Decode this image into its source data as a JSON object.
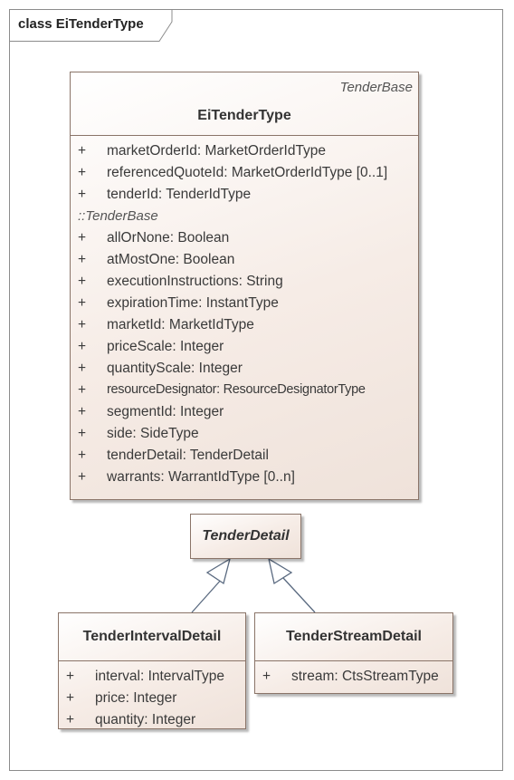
{
  "diagram": {
    "frame_title": "class EiTenderType"
  },
  "classes": {
    "ei_tender_type": {
      "stereotype": "TenderBase",
      "name": "EiTenderType",
      "own_attributes": [
        {
          "visibility": "+",
          "text": "marketOrderId: MarketOrderIdType"
        },
        {
          "visibility": "+",
          "text": "referencedQuoteId: MarketOrderIdType [0..1]"
        },
        {
          "visibility": "+",
          "text": "tenderId: TenderIdType"
        }
      ],
      "inherited_from_label": "::TenderBase",
      "inherited_attributes": [
        {
          "visibility": "+",
          "text": "allOrNone: Boolean"
        },
        {
          "visibility": "+",
          "text": "atMostOne: Boolean"
        },
        {
          "visibility": "+",
          "text": "executionInstructions: String"
        },
        {
          "visibility": "+",
          "text": "expirationTime: InstantType"
        },
        {
          "visibility": "+",
          "text": "marketId: MarketIdType"
        },
        {
          "visibility": "+",
          "text": "priceScale: Integer"
        },
        {
          "visibility": "+",
          "text": "quantityScale: Integer"
        },
        {
          "visibility": "+",
          "text": "resourceDesignator: ResourceDesignatorType"
        },
        {
          "visibility": "+",
          "text": "segmentId: Integer"
        },
        {
          "visibility": "+",
          "text": "side: SideType"
        },
        {
          "visibility": "+",
          "text": "tenderDetail: TenderDetail"
        },
        {
          "visibility": "+",
          "text": "warrants: WarrantIdType [0..n]"
        }
      ]
    },
    "tender_detail": {
      "name": "TenderDetail",
      "abstract": true
    },
    "tender_interval_detail": {
      "name": "TenderIntervalDetail",
      "attributes": [
        {
          "visibility": "+",
          "text": "interval: IntervalType"
        },
        {
          "visibility": "+",
          "text": "price: Integer"
        },
        {
          "visibility": "+",
          "text": "quantity: Integer"
        }
      ]
    },
    "tender_stream_detail": {
      "name": "TenderStreamDetail",
      "attributes": [
        {
          "visibility": "+",
          "text": "stream: CtsStreamType"
        }
      ]
    }
  },
  "relationships": [
    {
      "type": "generalization",
      "from": "TenderIntervalDetail",
      "to": "TenderDetail"
    },
    {
      "type": "generalization",
      "from": "TenderStreamDetail",
      "to": "TenderDetail"
    }
  ],
  "colors": {
    "box_border": "#8a7468",
    "box_fill_light": "#ffffff",
    "box_fill_dark": "#efe2da",
    "connector": "#5a6a80"
  }
}
